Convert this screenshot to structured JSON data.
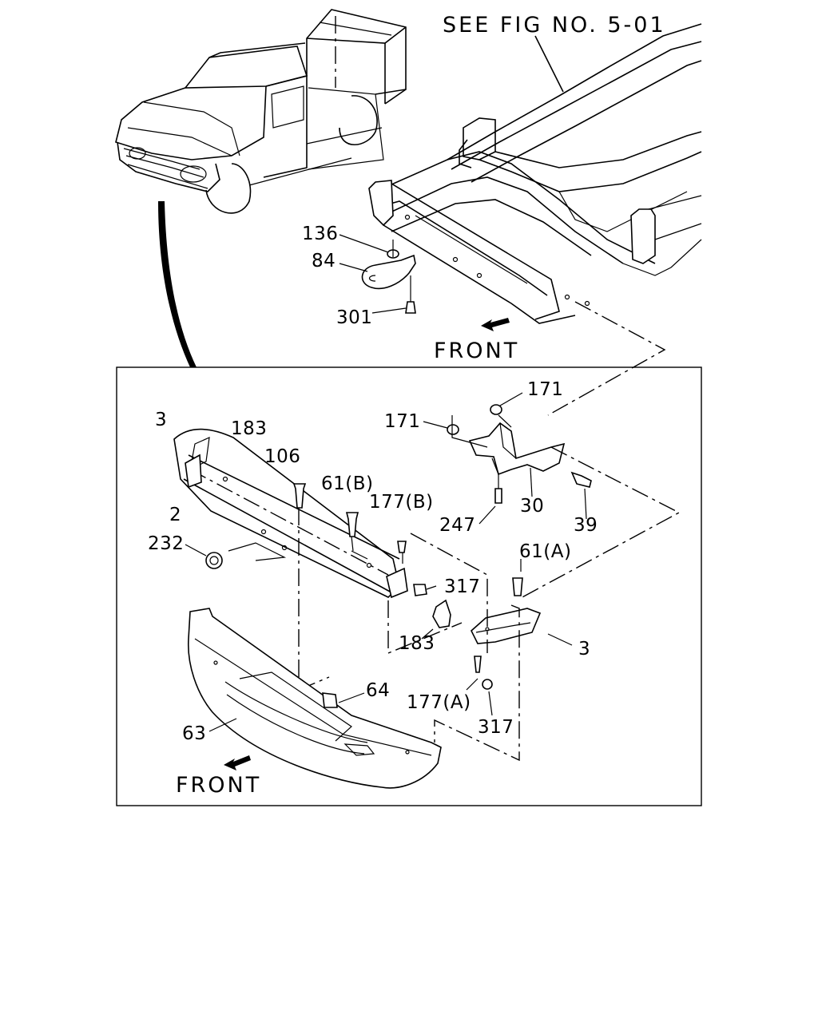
{
  "reference": "SEE FIG NO. 5-01",
  "front_labels": [
    "FRONT",
    "FRONT"
  ],
  "callouts": {
    "c136": "136",
    "c84": "84",
    "c301": "301",
    "c171a": "171",
    "c171b": "171",
    "c3a": "3",
    "c183a": "183",
    "c106": "106",
    "c61b": "61(B)",
    "c177b": "177(B)",
    "c2": "2",
    "c232": "232",
    "c317a": "317",
    "c247": "247",
    "c30": "30",
    "c39": "39",
    "c61a": "61(A)",
    "c183b": "183",
    "c3b": "3",
    "c64": "64",
    "c177a": "177(A)",
    "c317b": "317",
    "c63": "63"
  }
}
